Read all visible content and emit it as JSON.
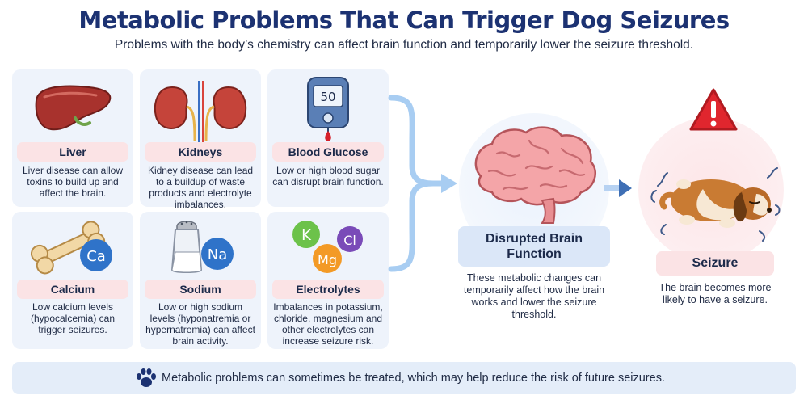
{
  "header": {
    "title": "Metabolic Problems That Can Trigger Dog Seizures",
    "subtitle": "Problems with the body’s chemistry can affect brain function and temporarily lower the seizure threshold."
  },
  "causes": [
    {
      "label": "Liver",
      "desc": "Liver disease can allow toxins to build up and affect the brain.",
      "icon": "liver-icon"
    },
    {
      "label": "Kidneys",
      "desc": "Kidney disease can lead to a buildup of waste products and electrolyte imbalances.",
      "icon": "kidneys-icon"
    },
    {
      "label": "Blood Glucose",
      "desc": "Low or high blood sugar can disrupt brain function.",
      "icon": "glucose-meter-icon",
      "meter_reading": "50"
    },
    {
      "label": "Calcium",
      "desc": "Low calcium levels (hypocalcemia) can trigger seizures.",
      "icon": "bone-icon",
      "badge": "Ca"
    },
    {
      "label": "Sodium",
      "desc": "Low or high sodium levels (hyponatremia or hypernatremia) can affect brain activity.",
      "icon": "salt-shaker-icon",
      "badge": "Na"
    },
    {
      "label": "Electrolytes",
      "desc": "Imbalances in potassium, chloride, magnesium and other electrolytes can increase seizure risk.",
      "icon": "electrolytes-icon",
      "badges": [
        "K",
        "Cl",
        "Mg"
      ]
    }
  ],
  "brain": {
    "label": "Disrupted Brain Function",
    "desc": "These metabolic changes can temporarily affect how the brain works and lower the seizure threshold."
  },
  "seizure": {
    "label": "Seizure",
    "desc": "The brain becomes more likely to have a seizure."
  },
  "footer": {
    "text": "Metabolic problems can sometimes be treated, which may help reduce the risk of future seizures."
  },
  "colors": {
    "title": "#1c3272",
    "card_bg": "#eef3fb",
    "label_bg": "#fbe3e5",
    "arrow": "#9cc3ef",
    "arrow_dark": "#3f6fb5",
    "warning": "#e0262e"
  }
}
